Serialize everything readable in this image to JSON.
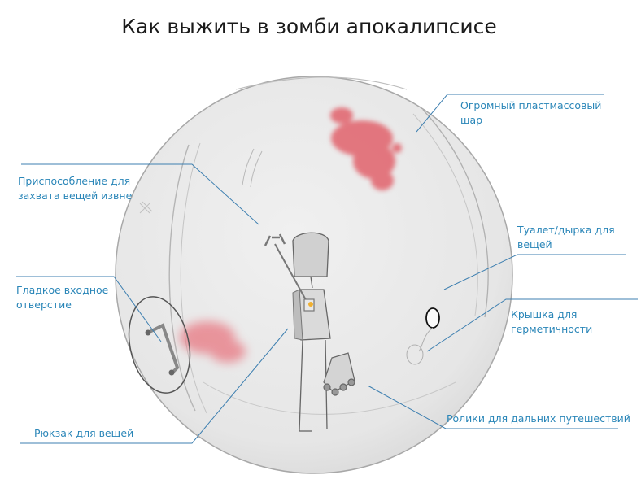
{
  "title": "Как выжить в зомби апокалипсисе",
  "colors": {
    "label_text": "#2a86b8",
    "leader_line": "#3d7fb0",
    "sphere_fill": "#eaeaea",
    "sphere_stroke": "#a8a8a8",
    "blood": "#e0505a"
  },
  "labels": {
    "ball": [
      "Огромный пластмассовый",
      "шар"
    ],
    "grabber": [
      "Приспособление для",
      "захвата вещей извне"
    ],
    "toilet": [
      "Туалет/дырка для",
      "вещей"
    ],
    "entrance": [
      "Гладкое входное",
      "отверстие"
    ],
    "lid": [
      "Крышка для",
      "герметичности"
    ],
    "rollers": [
      "Ролики для дальних путешествий"
    ],
    "backpack": [
      "Рюкзак для вещей"
    ]
  }
}
